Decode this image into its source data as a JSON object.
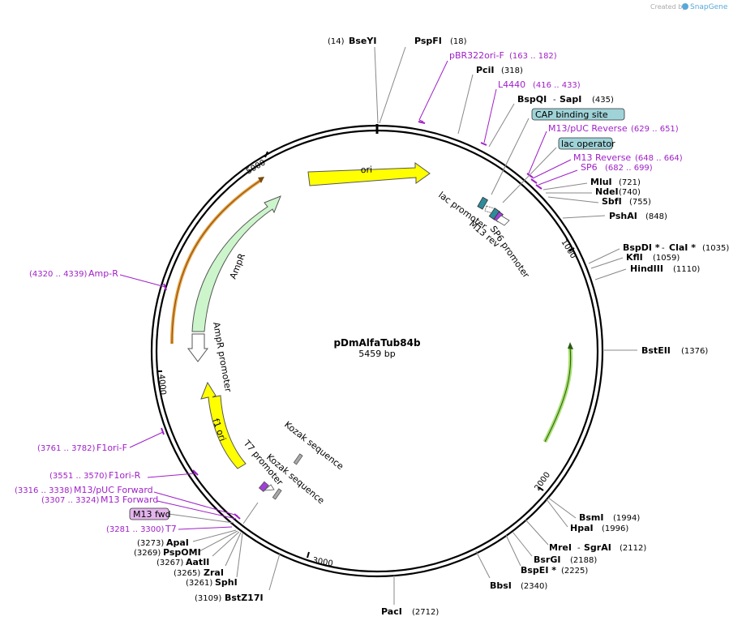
{
  "credit": {
    "prefix": "Created by",
    "brand": "SnapGene"
  },
  "plasmid": {
    "name": "pDmAlfaTub84b",
    "size_label": "5459 bp"
  },
  "ticks": [
    "5000",
    "1000",
    "4000",
    "2000",
    "3000"
  ],
  "features": {
    "ori": "ori",
    "ampr": "AmpR",
    "ampr_promoter": "AmpR promoter",
    "f1_ori": "f1 ori",
    "t7_promoter": "T7 promoter",
    "kozak1": "Kozak sequence",
    "kozak2": "Kozak sequence",
    "lac_promoter": "lac promoter",
    "m13_rev": "M13 rev",
    "sp6_promoter": "SP6 promoter"
  },
  "enzymes": [
    {
      "pos": "(14)",
      "name": "BseYI"
    },
    {
      "name": "PspFI",
      "pos": "(18)"
    },
    {
      "name": "PciI",
      "pos": "(318)"
    },
    {
      "name": "BspQI",
      "sep": "-",
      "name2": "SapI",
      "pos": "(435)"
    },
    {
      "name": "MluI",
      "pos": "(721)"
    },
    {
      "name": "NdeI",
      "pos": "(740)"
    },
    {
      "name": "SbfI",
      "pos": "(755)"
    },
    {
      "name": "PshAI",
      "pos": "(848)"
    },
    {
      "name": "BspDI *",
      "sep": "-",
      "name2": "ClaI *",
      "pos": "(1035)"
    },
    {
      "name": "KflI",
      "pos": "(1059)"
    },
    {
      "name": "HindIII",
      "pos": "(1110)"
    },
    {
      "name": "BstEII",
      "pos": "(1376)"
    },
    {
      "name": "BsmI",
      "pos": "(1994)"
    },
    {
      "name": "HpaI",
      "pos": "(1996)"
    },
    {
      "name": "MreI",
      "sep": "-",
      "name2": "SgrAI",
      "pos": "(2112)"
    },
    {
      "name": "BsrGI",
      "pos": "(2188)"
    },
    {
      "name": "BspEI *",
      "pos": "(2225)"
    },
    {
      "name": "BbsI",
      "pos": "(2340)"
    },
    {
      "name": "PacI",
      "pos": "(2712)"
    },
    {
      "pos": "(3109)",
      "name": "BstZ17I"
    },
    {
      "pos": "(3261)",
      "name": "SphI"
    },
    {
      "pos": "(3265)",
      "name": "ZraI"
    },
    {
      "pos": "(3267)",
      "name": "AatII"
    },
    {
      "pos": "(3269)",
      "name": "PspOMI"
    },
    {
      "pos": "(3273)",
      "name": "ApaI"
    }
  ],
  "primers": [
    {
      "name": "pBR322ori-F",
      "pos": "(163 .. 182)"
    },
    {
      "name": "L4440",
      "pos": "(416 .. 433)"
    },
    {
      "name": "M13/pUC Reverse",
      "pos": "(629 .. 651)"
    },
    {
      "name": "M13 Reverse",
      "pos": "(648 .. 664)"
    },
    {
      "name": "SP6",
      "pos": "(682 .. 699)"
    },
    {
      "name": "Amp-R",
      "pos": "(4320 .. 4339)"
    },
    {
      "name": "F1ori-F",
      "pos": "(3761 .. 3782)"
    },
    {
      "name": "F1ori-R",
      "pos": "(3551 .. 3570)"
    },
    {
      "name": "M13/pUC Forward",
      "pos": "(3316 .. 3338)"
    },
    {
      "name": "M13 Forward",
      "pos": "(3307 .. 3324)"
    },
    {
      "name": "T7",
      "pos": "(3281 .. 3300)"
    }
  ],
  "boxes": {
    "cap": "CAP binding site",
    "lacop": "lac operator",
    "m13fwd": "M13 fwd"
  },
  "colors": {
    "ori": "#ffff00",
    "ampr": "#ccf5cc",
    "feature_outline": "#555555",
    "primer": "#a020c8",
    "cap_box": "#9fd3d8",
    "m13fwd_box": "#e4b4ec",
    "orange_arc": "#e8a040",
    "green_arc": "#7cc43c"
  }
}
